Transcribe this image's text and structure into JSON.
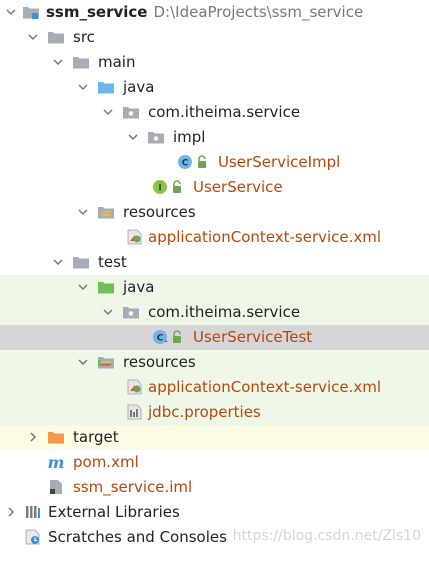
{
  "tree": {
    "root": {
      "name": "ssm_service",
      "path": "D:\\IdeaProjects\\ssm_service"
    },
    "src": "src",
    "main": "main",
    "main_java": "java",
    "main_package": "com.itheima.service",
    "impl": "impl",
    "impl_class": "UserServiceImpl",
    "interface": "UserService",
    "main_resources": "resources",
    "main_xml": "applicationContext-service.xml",
    "test": "test",
    "test_java": "java",
    "test_package": "com.itheima.service",
    "test_class": "UserServiceTest",
    "test_resources": "resources",
    "test_xml": "applicationContext-service.xml",
    "jdbc_props": "jdbc.properties",
    "target": "target",
    "pom": "pom.xml",
    "iml": "ssm_service.iml",
    "external_libraries": "External Libraries",
    "scratches": "Scratches and Consoles"
  },
  "watermark": "https://blog.csdn.net/Zls10",
  "colors": {
    "selected_row": "#d6d6d6",
    "test_row": "#eff7e9",
    "target_row": "#fdfbe6",
    "file_label": "#b7480b"
  },
  "icons": [
    "module-folder-icon",
    "folder-icon",
    "source-folder-icon",
    "package-icon",
    "class-icon",
    "interface-icon",
    "resources-folder-icon",
    "xml-icon",
    "test-folder-icon",
    "test-class-icon",
    "excluded-folder-icon",
    "maven-icon",
    "iml-icon",
    "libraries-icon",
    "scratches-icon",
    "lock-icon"
  ]
}
